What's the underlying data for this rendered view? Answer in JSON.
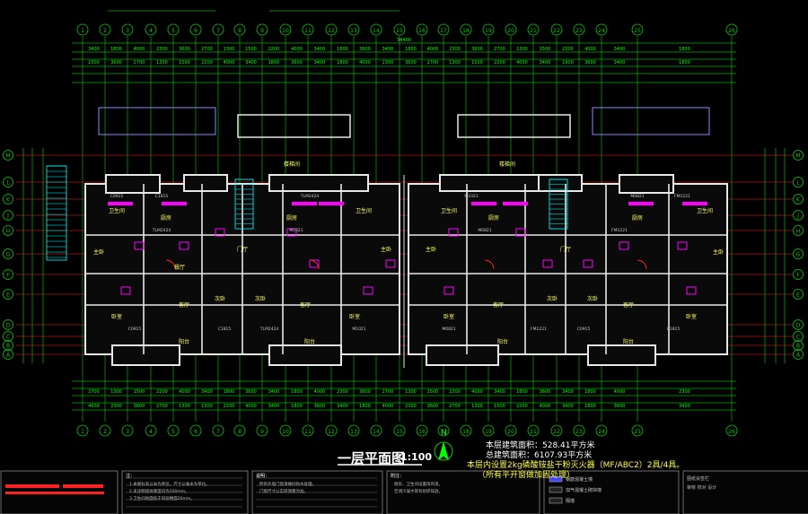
{
  "drawing": {
    "title": "一层平面图",
    "scale": "1:100",
    "north_label": "N",
    "area_lines": [
      "本层建筑面积：528.41平方米",
      "总建筑面积：6107.93平方米"
    ],
    "extinguisher_note": "本层内设置2kg磷酸铵盐干粉灭火器（MF/ABC2）2具/4具。",
    "extinguisher_note2": "（所有平开窗做加固处理）",
    "colors": {
      "grid": "#00d000",
      "wall": "#e8e8e8",
      "room_fill": "#0a0a0a",
      "fixture": "#ff00ff",
      "axis": "#ff2222",
      "dim": "#00ff00",
      "label": "#ffff66",
      "stair": "#00ffff"
    }
  },
  "axes": {
    "top": [
      "1",
      "2",
      "3",
      "4",
      "5",
      "6",
      "7",
      "8",
      "9",
      "10",
      "11",
      "12",
      "13",
      "14",
      "15",
      "16",
      "17",
      "18",
      "19",
      "20",
      "21",
      "22",
      "23",
      "24",
      "25",
      "26"
    ],
    "rows": [
      "M",
      "L",
      "K",
      "J",
      "H",
      "G",
      "F",
      "E",
      "D",
      "C",
      "B",
      "A"
    ]
  },
  "overall_dimension": "34400",
  "rooms": [
    {
      "id": "r1",
      "label": "卧室"
    },
    {
      "id": "r2",
      "label": "客厅"
    },
    {
      "id": "r3",
      "label": "厨房"
    },
    {
      "id": "r4",
      "label": "卫生间"
    },
    {
      "id": "r5",
      "label": "餐厅"
    },
    {
      "id": "r6",
      "label": "阳台"
    },
    {
      "id": "r7",
      "label": "主卧"
    },
    {
      "id": "r8",
      "label": "次卧"
    },
    {
      "id": "r9",
      "label": "楼梯间"
    },
    {
      "id": "r10",
      "label": "门厅"
    }
  ],
  "window_tags": [
    "C0915",
    "C1815",
    "TLM2424",
    "M1021",
    "M0821",
    "FM1221"
  ],
  "legend": [
    {
      "label": "钢筋混凝土墙"
    },
    {
      "label": "加气混凝土砌块墙"
    },
    {
      "label": "隔墙"
    }
  ],
  "notes_panels": [
    {
      "heading": "注：",
      "lines": [
        "1.本图标高以米为单位，尺寸以毫米为单位。",
        "2.未注明墙体厚度均为200mm。",
        "3.卫生间地面低于同层楼面20mm。"
      ]
    },
    {
      "heading": "说明：",
      "lines": [
        "所有外墙门窗须做好防水处理。",
        "门窗尺寸以实际测量为准。"
      ]
    },
    {
      "heading": "附注：",
      "lines": [
        "厨房、卫生间设置排风道。",
        "空调冷凝水管有组织排放。"
      ]
    }
  ],
  "titleblock": {
    "note_a": "图纸会签栏",
    "note_b": "审核 校对 设计"
  }
}
